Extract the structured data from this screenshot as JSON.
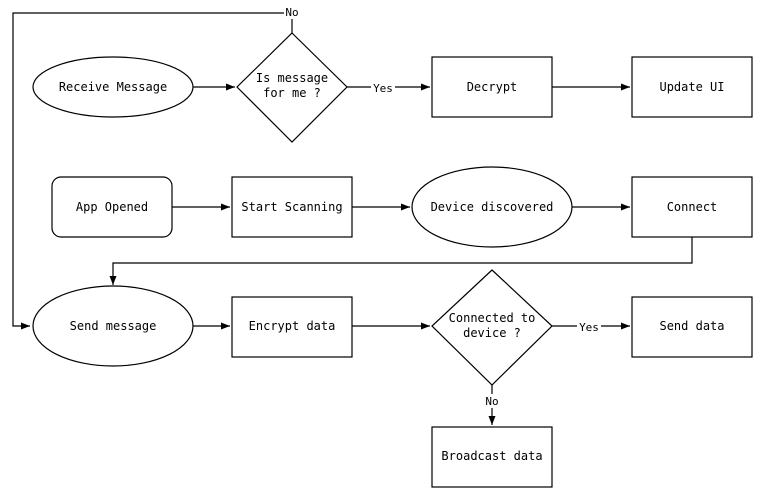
{
  "diagram": {
    "nodes": {
      "receive_message": "Receive Message",
      "is_message_for_me_line1": "Is message",
      "is_message_for_me_line2": "for me ?",
      "decrypt": "Decrypt",
      "update_ui": "Update UI",
      "app_opened": "App Opened",
      "start_scanning": "Start Scanning",
      "device_discovered": "Device discovered",
      "connect": "Connect",
      "send_message": "Send message",
      "encrypt_data": "Encrypt data",
      "connected_to_device_line1": "Connected to",
      "connected_to_device_line2": "device ?",
      "send_data": "Send data",
      "broadcast_data": "Broadcast data"
    },
    "edge_labels": {
      "is_message_yes": "Yes",
      "is_message_no": "No",
      "connected_yes": "Yes",
      "connected_no": "No"
    }
  }
}
